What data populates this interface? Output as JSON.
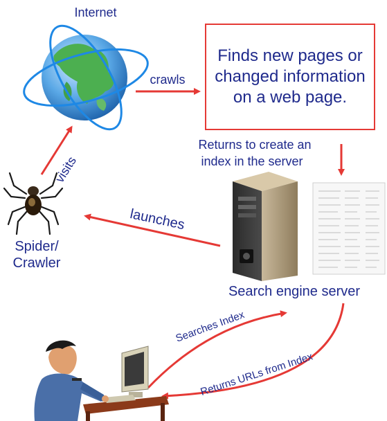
{
  "diagram": {
    "nodes": {
      "internet": {
        "label": "Internet"
      },
      "process_box": {
        "text": "Finds new pages or changed information on a web page."
      },
      "spider": {
        "label_line1": "Spider/",
        "label_line2": "Crawler"
      },
      "server": {
        "label": "Search engine server"
      }
    },
    "edges": {
      "crawls": "crawls",
      "returns_line1": "Returns to create an",
      "returns_line2": "index  in the server",
      "launches": "launches",
      "visits": "visits",
      "searches_index": "Searches Index",
      "returns_urls": "Returns URLs from Index"
    },
    "colors": {
      "arrow": "#e53935",
      "node_text": "#1f2a8c",
      "edge_text": "#1f2a8c",
      "box_border": "#e53935"
    }
  }
}
